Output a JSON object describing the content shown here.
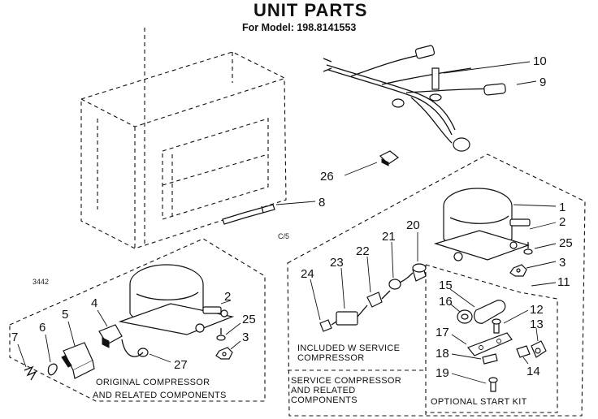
{
  "title": "UNIT PARTS",
  "model_line": "For Model: 198.8141553",
  "code_left": "3442",
  "code_mid": "C/5",
  "part_numbers": {
    "n1": "1",
    "n2a": "2",
    "n2b": "2",
    "n3a": "3",
    "n3b": "3",
    "n4": "4",
    "n5": "5",
    "n6": "6",
    "n7": "7",
    "n8": "8",
    "n9": "9",
    "n10": "10",
    "n11": "11",
    "n12": "12",
    "n13": "13",
    "n14": "14",
    "n15": "15",
    "n16": "16",
    "n17": "17",
    "n18": "18",
    "n19": "19",
    "n20": "20",
    "n21": "21",
    "n22": "22",
    "n23": "23",
    "n24": "24",
    "n25a": "25",
    "n25b": "25",
    "n26": "26",
    "n27": "27"
  },
  "captions": {
    "original_l1": "ORIGINAL COMPRESSOR",
    "original_l2": "AND RELATED COMPONENTS",
    "included_l1": "INCLUDED W  SERVICE",
    "included_l2": "COMPRESSOR",
    "service_l1": "SERVICE COMPRESSOR",
    "service_l2": "AND RELATED",
    "service_l3": "COMPONENTS",
    "start_kit": "OPTIONAL START KIT"
  }
}
